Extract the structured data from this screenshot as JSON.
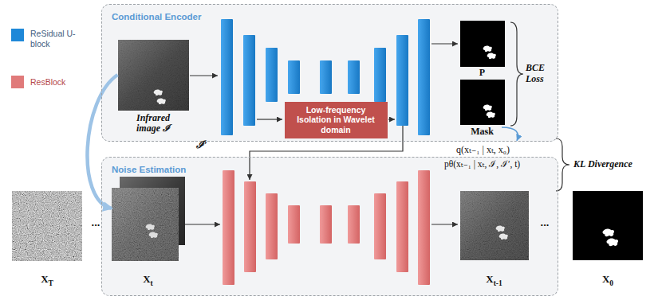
{
  "diagram": {
    "nodes": [
      {
        "text": [
          "Conditional Encoder"
        ]
      },
      {
        "text": [
          "Infrared image ℐ"
        ],
        "in": 0
      },
      {
        "text": [
          "Low-frequency Isolation in Wavelet domain"
        ],
        "in": 0
      },
      {
        "text": [
          "P"
        ],
        "in": 0
      },
      {
        "text": [
          "Mask"
        ],
        "in": 0
      },
      {
        "text": [
          "XT"
        ]
      },
      {
        "text": [
          "Noise Estimation"
        ]
      },
      {
        "text": [
          "Xt"
        ],
        "in": 6
      },
      {
        "text": [
          "Xt-1"
        ],
        "in": 6
      },
      {
        "text": [
          "X0"
        ]
      }
    ],
    "edges": [
      {
        "from": 1,
        "to": 7,
        "arrow": "to"
      }
    ],
    "labels": [
      "ℐ′",
      "BCE Loss",
      "q(xₜ₋₁ | xₜ, x₀)",
      "pθ(xₜ₋₁ | xₜ, ℐ, ℐ′, t)",
      "KL Divergence",
      "...",
      "..."
    ],
    "legend": [
      {
        "text": "ReSidual U-block",
        "color": "#1e88d8"
      },
      {
        "text": "ResBlock",
        "color": "#e07a7a"
      }
    ]
  }
}
